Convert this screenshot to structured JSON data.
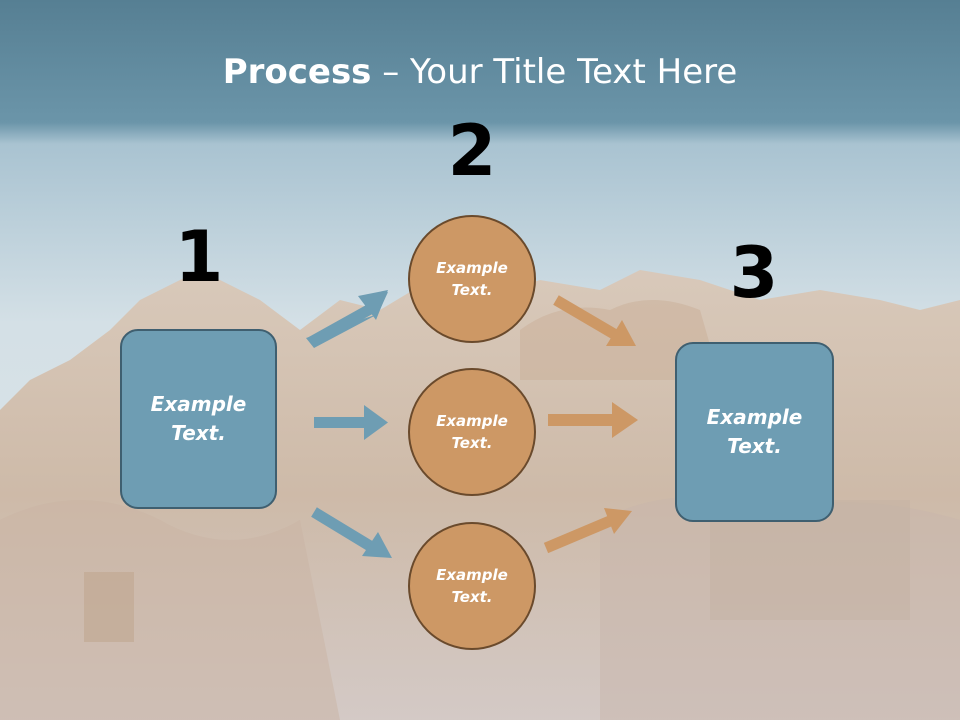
{
  "slide": {
    "title_bold": "Process",
    "title_rest": " – Your Title Text Here"
  },
  "steps": {
    "n1": "1",
    "n2": "2",
    "n3": "3"
  },
  "nodes": {
    "left_box": "Example Text.",
    "circle_top": "Example Text.",
    "circle_mid": "Example Text.",
    "circle_bottom": "Example Text.",
    "right_box": "Example Text."
  },
  "colors": {
    "blue": "#6e9db3",
    "orange": "#cd9865"
  }
}
